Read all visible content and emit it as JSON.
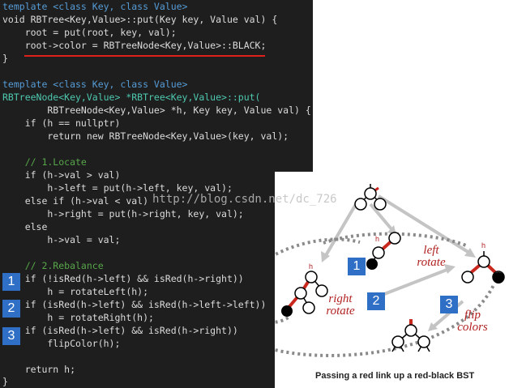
{
  "code": {
    "template1": "template <class Key, class Value>",
    "put1_sig": "void RBTree<Key,Value>::put(Key key, Value val) {",
    "root_put": "    root = put(root, key, val);",
    "root_color": "    root->color = RBTreeNode<Key,Value>::BLACK;",
    "close1": "}",
    "template2": "template <class Key, class Value>",
    "put2_sig": "RBTreeNode<Key,Value> *RBTree<Key,Value>::put(",
    "put2_params": "        RBTreeNode<Key,Value> *h, Key key, Value val) {",
    "if_null": "    if (h == nullptr)",
    "return_new": "        return new RBTreeNode<Key,Value>(key, val);",
    "comment_locate": "    // 1.Locate",
    "if_gt": "    if (h->val > val)",
    "left_put": "        h->left = put(h->left, key, val);",
    "elseif_lt": "    else if (h->val < val)",
    "right_put": "        h->right = put(h->right, key, val);",
    "else_line": "    else",
    "assign_val": "        h->val = val;",
    "comment_rebalance": "    // 2.Rebalance",
    "if_rotl": "    if (!isRed(h->left) && isRed(h->right))",
    "rotl": "        h = rotateLeft(h);",
    "if_rotr": "    if (isRed(h->left) && isRed(h->left->left))",
    "rotr": "        h = rotateRight(h);",
    "if_flip": "    if (isRed(h->left) && isRed(h->right))",
    "flip": "        flipColor(h);",
    "return_h": "    return h;",
    "close2": "}"
  },
  "badges": [
    "1",
    "2",
    "3"
  ],
  "watermark": "http://blog.csdn.net/dc_726",
  "diagram": {
    "label_left_rotate": "left rotate",
    "label_right_rotate": "right rotate",
    "label_flip_colors": "flip colors",
    "h_label": "h",
    "caption": "Passing a red link up a red-black BST"
  },
  "colors": {
    "code_background": "#1e1e1e",
    "keyword": "#569cd6",
    "type": "#4ec9b0",
    "comment": "#57a64a",
    "text": "#dcdcdc",
    "badge": "#2f6fc6",
    "red_link": "#c8281e",
    "underline": "#e0201a"
  }
}
